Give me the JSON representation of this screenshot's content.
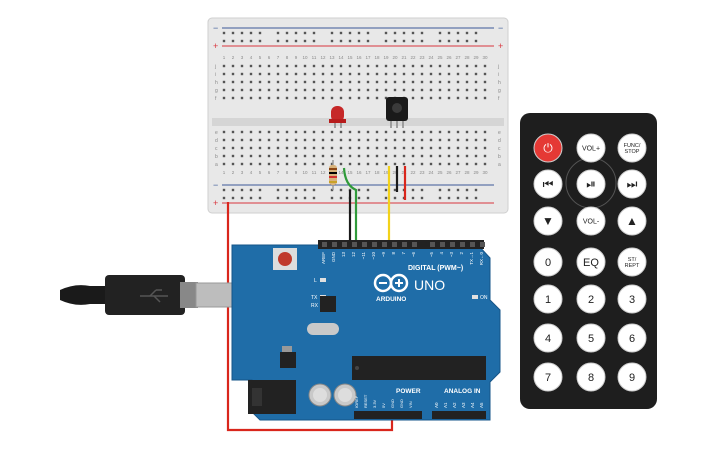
{
  "breadboard": {
    "col_numbers": [
      "1",
      "2",
      "3",
      "4",
      "5",
      "6",
      "7",
      "8",
      "9",
      "10",
      "11",
      "12",
      "13",
      "14",
      "15",
      "16",
      "17",
      "18",
      "19",
      "20",
      "21",
      "22",
      "23",
      "24",
      "25",
      "26",
      "27",
      "28",
      "29",
      "30"
    ],
    "row_letters_top": [
      "j",
      "i",
      "h",
      "g",
      "f"
    ],
    "row_letters_bottom": [
      "e",
      "d",
      "c",
      "b",
      "a"
    ],
    "rail_plus": "+",
    "rail_minus": "−"
  },
  "arduino": {
    "brand": "ARDUINO",
    "model": "UNO",
    "digital_label": "DIGITAL (PWM~)",
    "analog_label": "ANALOG IN",
    "power_label": "POWER",
    "on_label": "ON",
    "l_label": "L",
    "tx_label": "TX",
    "rx_label": "RX",
    "aref": "AREF",
    "gnd": "GND",
    "digital_pins": [
      "13",
      "12",
      "~11",
      "~10",
      "~9",
      "8",
      "7",
      "~6",
      "~5",
      "4",
      "~3",
      "2",
      "TX→1",
      "RX←0"
    ],
    "analog_pins": [
      "A0",
      "A1",
      "A2",
      "A3",
      "A4",
      "A5"
    ],
    "power_pins": [
      "IOREF",
      "RESET",
      "3.3V",
      "5V",
      "GND",
      "GND",
      "VIN"
    ]
  },
  "remote": {
    "buttons": [
      {
        "id": "power",
        "label": "⏻",
        "row": 0,
        "col": 0
      },
      {
        "id": "vol-up",
        "label": "VOL+",
        "row": 0,
        "col": 1
      },
      {
        "id": "func-stop",
        "label": "FUNC/\nSTOP",
        "row": 0,
        "col": 2
      },
      {
        "id": "prev",
        "label": "⏮",
        "row": 1,
        "col": 0
      },
      {
        "id": "play-pause",
        "label": "⏯",
        "row": 1,
        "col": 1
      },
      {
        "id": "next",
        "label": "⏭",
        "row": 1,
        "col": 2
      },
      {
        "id": "down",
        "label": "▼",
        "row": 2,
        "col": 0
      },
      {
        "id": "vol-down",
        "label": "VOL-",
        "row": 2,
        "col": 1
      },
      {
        "id": "up",
        "label": "▲",
        "row": 2,
        "col": 2
      },
      {
        "id": "zero",
        "label": "0",
        "row": 3,
        "col": 0
      },
      {
        "id": "eq",
        "label": "EQ",
        "row": 3,
        "col": 1
      },
      {
        "id": "st-rept",
        "label": "ST/\nREPT",
        "row": 3,
        "col": 2
      },
      {
        "id": "one",
        "label": "1",
        "row": 4,
        "col": 0
      },
      {
        "id": "two",
        "label": "2",
        "row": 4,
        "col": 1
      },
      {
        "id": "three",
        "label": "3",
        "row": 4,
        "col": 2
      },
      {
        "id": "four",
        "label": "4",
        "row": 5,
        "col": 0
      },
      {
        "id": "five",
        "label": "5",
        "row": 5,
        "col": 1
      },
      {
        "id": "six",
        "label": "6",
        "row": 5,
        "col": 2
      },
      {
        "id": "seven",
        "label": "7",
        "row": 6,
        "col": 0
      },
      {
        "id": "eight",
        "label": "8",
        "row": 6,
        "col": 1
      },
      {
        "id": "nine",
        "label": "9",
        "row": 6,
        "col": 2
      }
    ]
  },
  "colors": {
    "board_blue": "#1f6da8",
    "breadboard": "#e6e6e6",
    "rail_red": "#d9363e",
    "rail_blue": "#3b5998",
    "wire_red": "#d9261c",
    "wire_black": "#1a1a1a",
    "wire_yellow": "#f2d21a",
    "wire_green": "#2f9a3a",
    "remote_body": "#1e1e1e",
    "power_button": "#e53935"
  }
}
